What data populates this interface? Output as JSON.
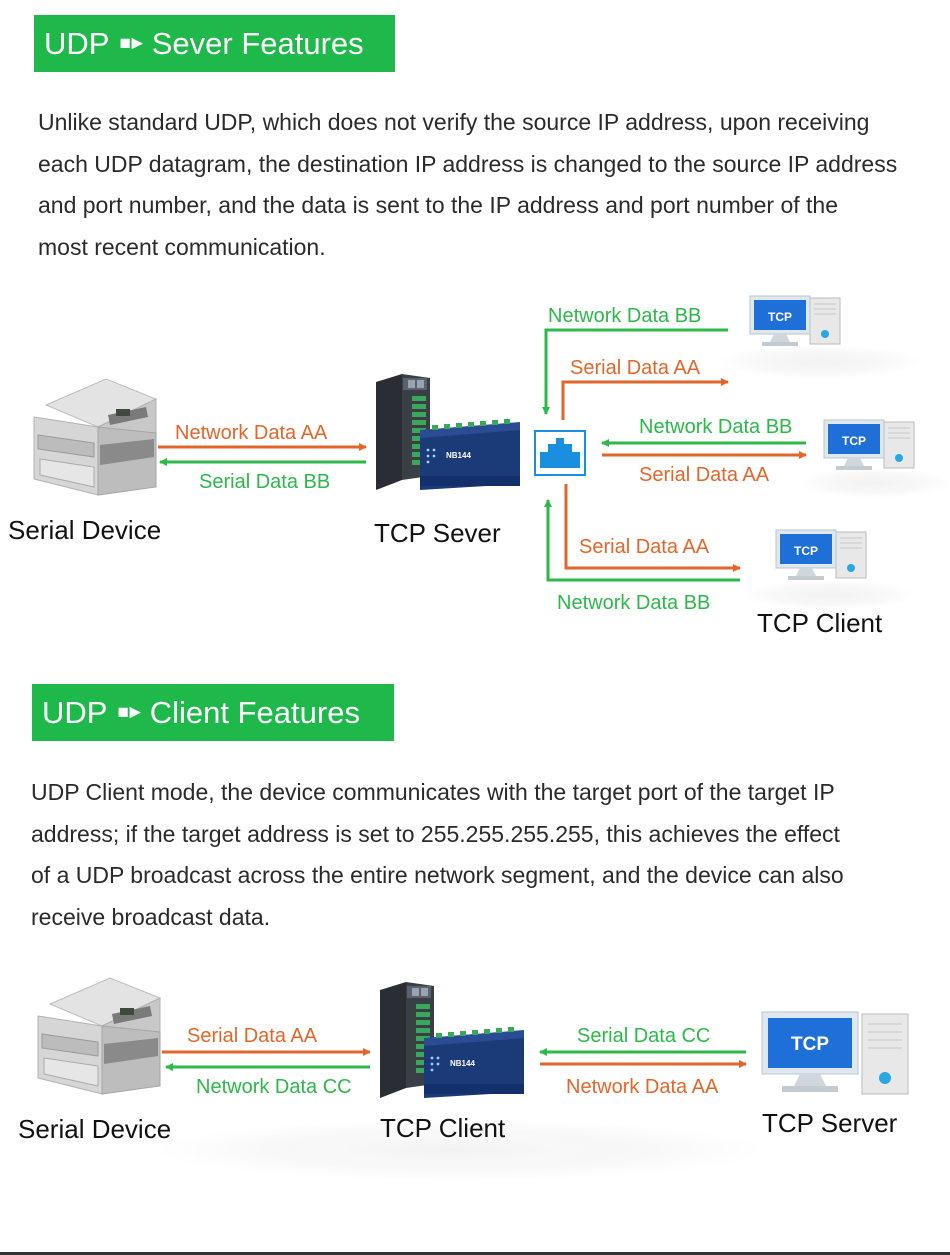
{
  "section1": {
    "title_left": "UDP",
    "title_right": "Sever Features",
    "paragraph": [
      "Unlike standard UDP, which does not verify the source IP address, upon receiving",
      "each UDP datagram, the destination IP address is changed to the source IP address",
      "and port number, and the data is sent to the IP address and port number of the",
      "most recent communication."
    ],
    "labels": {
      "top_green": "Network Data BB",
      "top_orange": "Serial Data AA",
      "mid_green": "Network Data BB",
      "mid_orange": "Serial Data AA",
      "bot_orange": "Serial Data AA",
      "bot_green": "Network Data BB",
      "left_orange": "Network Data AA",
      "left_green": "Serial Data BB"
    },
    "captions": {
      "serial_device": "Serial Device",
      "tcp_sever": "TCP Sever",
      "tcp_client": "TCP Client"
    },
    "pc_badge": "TCP",
    "device_badge": "NB144"
  },
  "section2": {
    "title_left": "UDP",
    "title_right": "Client Features",
    "paragraph": [
      "UDP Client mode, the device communicates with the target port of the target IP",
      "address; if the target address is set to 255.255.255.255, this achieves the effect",
      "of a UDP broadcast across the entire network segment, and the device can also",
      "receive broadcast data."
    ],
    "labels": {
      "left_orange": "Serial Data AA",
      "left_green": "Network Data CC",
      "right_green": "Serial Data CC",
      "right_orange": "Network Data AA"
    },
    "captions": {
      "serial_device": "Serial Device",
      "tcp_client": "TCP Client",
      "tcp_server": "TCP Server"
    },
    "pc_badge": "TCP",
    "device_badge": "NB144"
  },
  "colors": {
    "banner": "#1fb84a",
    "green_arrow": "#2db84a",
    "orange_arrow": "#e2662a",
    "switch_blue": "#1a8fe0"
  }
}
